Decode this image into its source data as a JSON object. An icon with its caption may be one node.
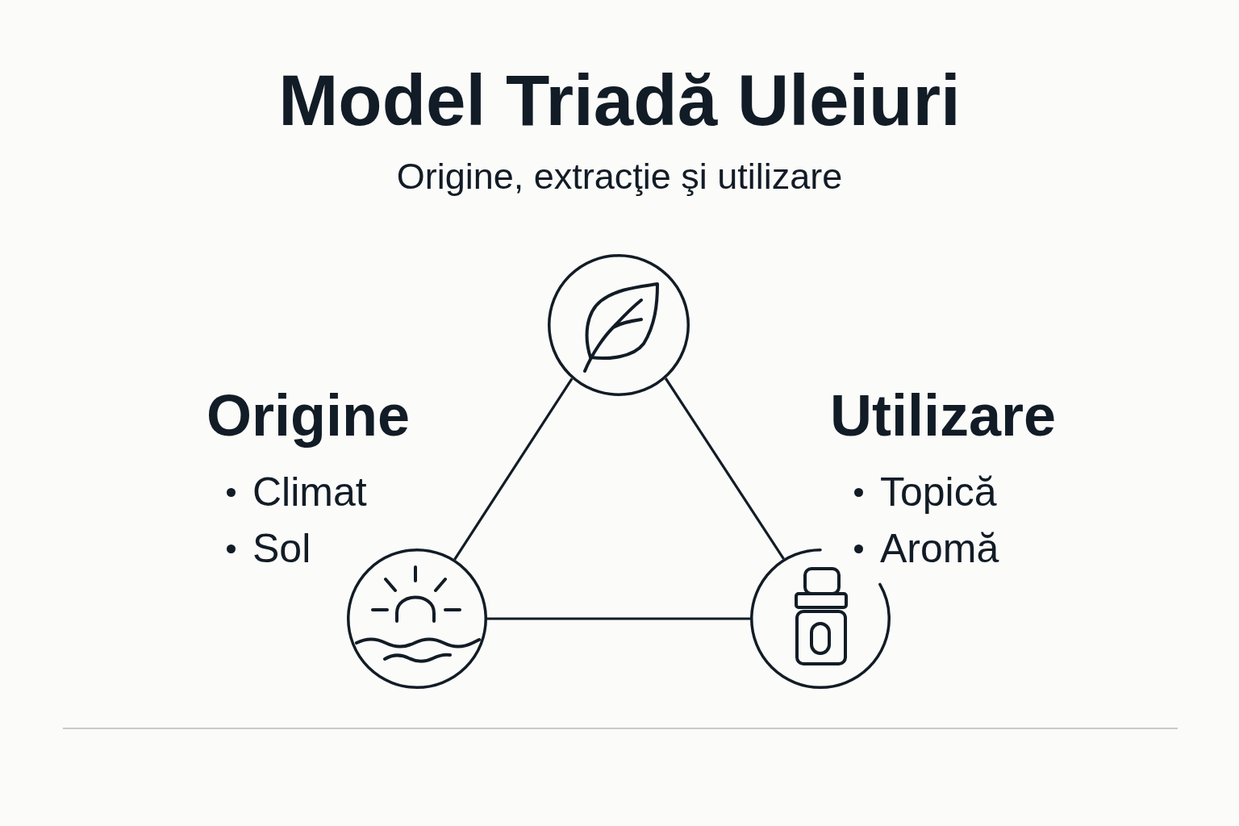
{
  "diagram": {
    "title": "Model Triadă Uleiuri",
    "nodes": [
      {
        "text": [],
        "shape": "circle"
      },
      {
        "text": [],
        "shape": "circle",
        "beside": [
          "Origine",
          "Climat",
          "Sol"
        ]
      },
      {
        "text": [],
        "shape": "circle",
        "beside": [
          "Utilizare",
          "Topică",
          "Aromă"
        ]
      }
    ],
    "edges": [
      {
        "from": 0,
        "to": 1,
        "arrow": "none"
      },
      {
        "from": 0,
        "to": 2,
        "arrow": "none"
      },
      {
        "from": 1,
        "to": 2,
        "arrow": "none"
      }
    ],
    "labels": [
      "Origine, extracţie şi utilizare"
    ]
  }
}
